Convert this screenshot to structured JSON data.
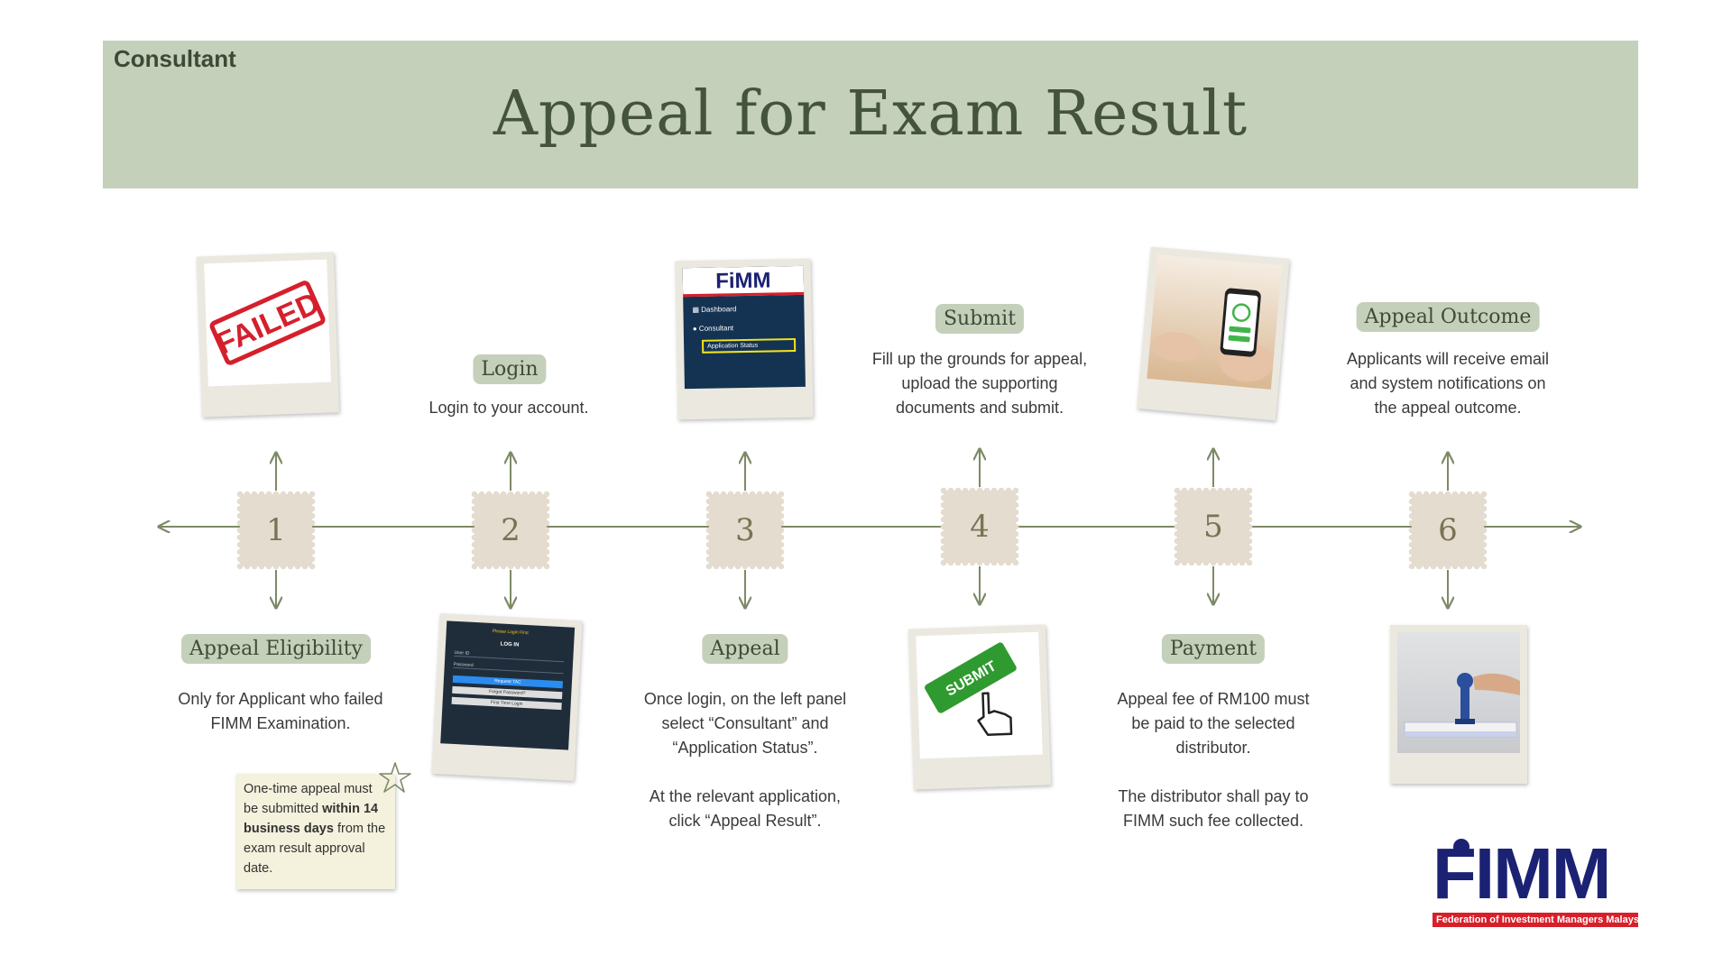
{
  "header": {
    "tag": "Consultant",
    "title": "Appeal for Exam Result"
  },
  "steps": [
    {
      "number": "1",
      "label": "Appeal Eligibility",
      "text": [
        "Only for Applicant who failed",
        "FIMM Examination."
      ]
    },
    {
      "number": "2",
      "label": "Login",
      "text": [
        "Login to your account."
      ]
    },
    {
      "number": "3",
      "label": "Appeal",
      "text": [
        "Once login, on the left panel",
        "select “Consultant” and",
        "“Application Status”.",
        "",
        "At the relevant application,",
        "click “Appeal Result”."
      ]
    },
    {
      "number": "4",
      "label": "Submit",
      "text": [
        "Fill up the grounds for appeal,",
        "upload the supporting",
        "documents and submit."
      ]
    },
    {
      "number": "5",
      "label": "Payment",
      "text": [
        "Appeal fee of RM100 must",
        "be paid to the selected",
        "distributor.",
        "",
        "The distributor shall pay to",
        "FIMM such fee collected."
      ]
    },
    {
      "number": "6",
      "label": "Appeal Outcome",
      "text": [
        "Applicants will receive email",
        "and system notifications on",
        "the appeal outcome."
      ]
    }
  ],
  "note": {
    "part1": "One-time appeal must be submitted ",
    "bold": "within 14 business days",
    "part2": " from the exam result approval date."
  },
  "images": {
    "failed_stamp": "FAILED",
    "fimm_panel": {
      "logo": "FiMM",
      "items": [
        "Dashboard",
        "Consultant",
        "Application Status"
      ]
    },
    "login_panel": {
      "header": "Please Login First",
      "title": "LOG IN",
      "fields": [
        "User ID",
        "Password"
      ],
      "buttons": [
        "Request TAC",
        "Forgot Password?",
        "First Time Login"
      ]
    },
    "submit_button": "SUBMIT"
  },
  "logo": {
    "word": "FIMM",
    "tagline": "Federation of Investment Managers Malaysia"
  },
  "colors": {
    "banner": "#c5d0bb",
    "line": "#7d8a66",
    "stamp": "#e3dccf",
    "fimm_blue": "#1b2273",
    "fimm_red": "#d6202a"
  }
}
